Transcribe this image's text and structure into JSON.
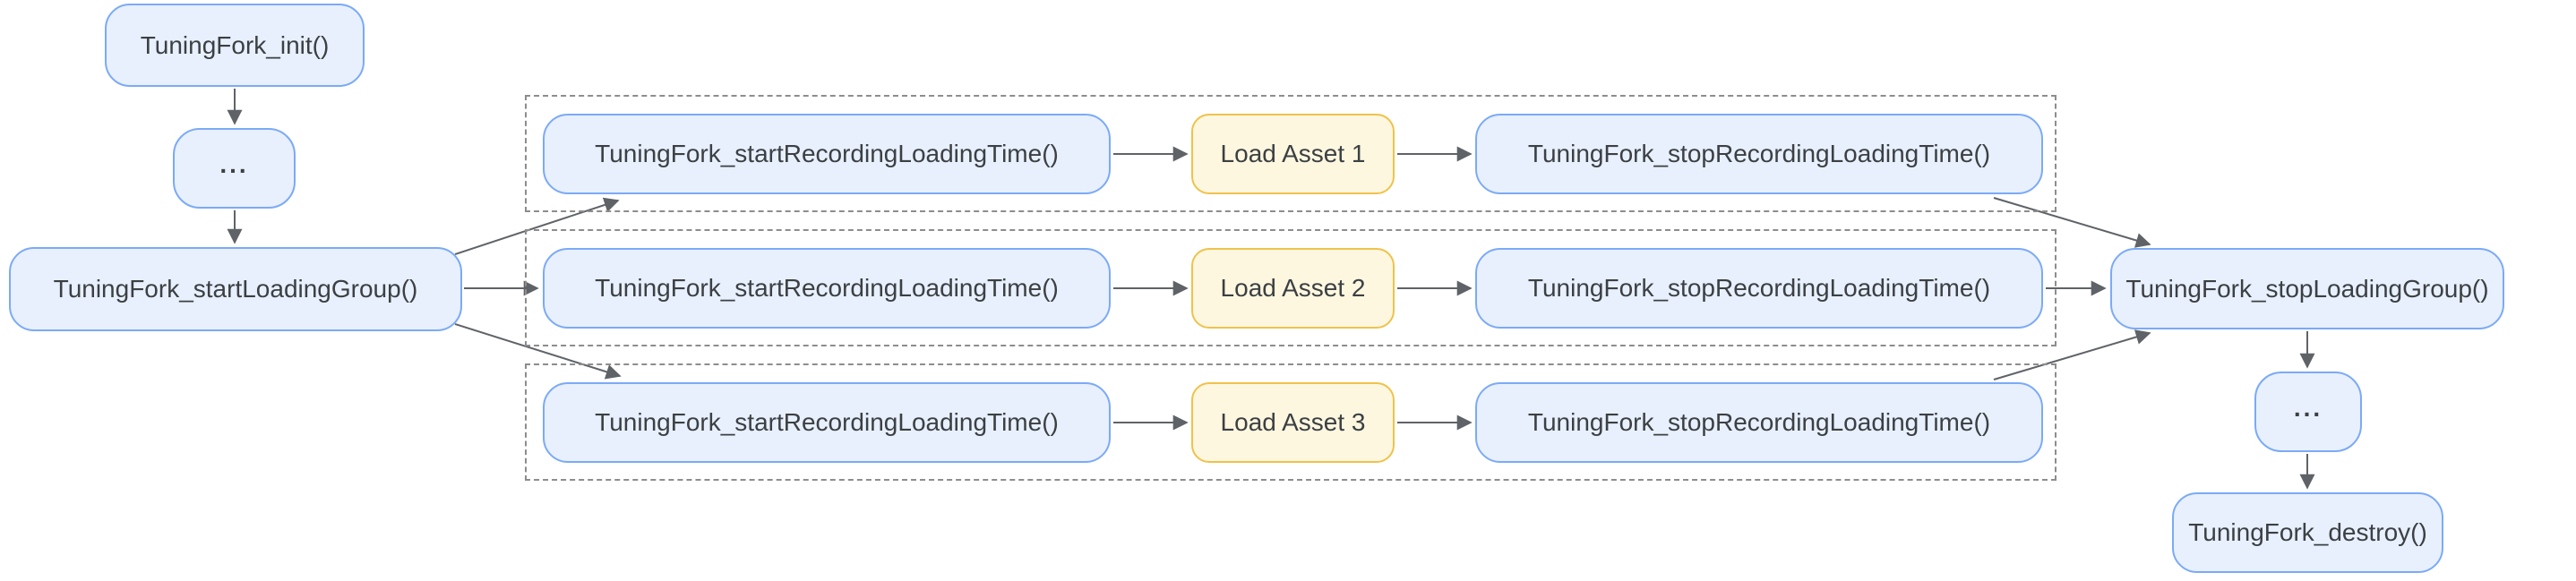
{
  "nodes": {
    "init": "TuningFork_init()",
    "ellipsis_top": "...",
    "start_loading_group": "TuningFork_startLoadingGroup()",
    "stop_loading_group": "TuningFork_stopLoadingGroup()",
    "ellipsis_bottom": "...",
    "destroy": "TuningFork_destroy()"
  },
  "rows": [
    {
      "start": "TuningFork_startRecordingLoadingTime()",
      "asset": "Load Asset 1",
      "stop": "TuningFork_stopRecordingLoadingTime()"
    },
    {
      "start": "TuningFork_startRecordingLoadingTime()",
      "asset": "Load Asset 2",
      "stop": "TuningFork_stopRecordingLoadingTime()"
    },
    {
      "start": "TuningFork_startRecordingLoadingTime()",
      "asset": "Load Asset 3",
      "stop": "TuningFork_stopRecordingLoadingTime()"
    }
  ],
  "colors": {
    "blue_fill": "#e8f0fe",
    "blue_border": "#7baaf7",
    "yellow_fill": "#fef7e0",
    "yellow_border": "#f0c24b",
    "connector": "#5f6368",
    "dashed_border": "#8d8d8d",
    "text": "#3c4043",
    "background": "#ffffff"
  }
}
